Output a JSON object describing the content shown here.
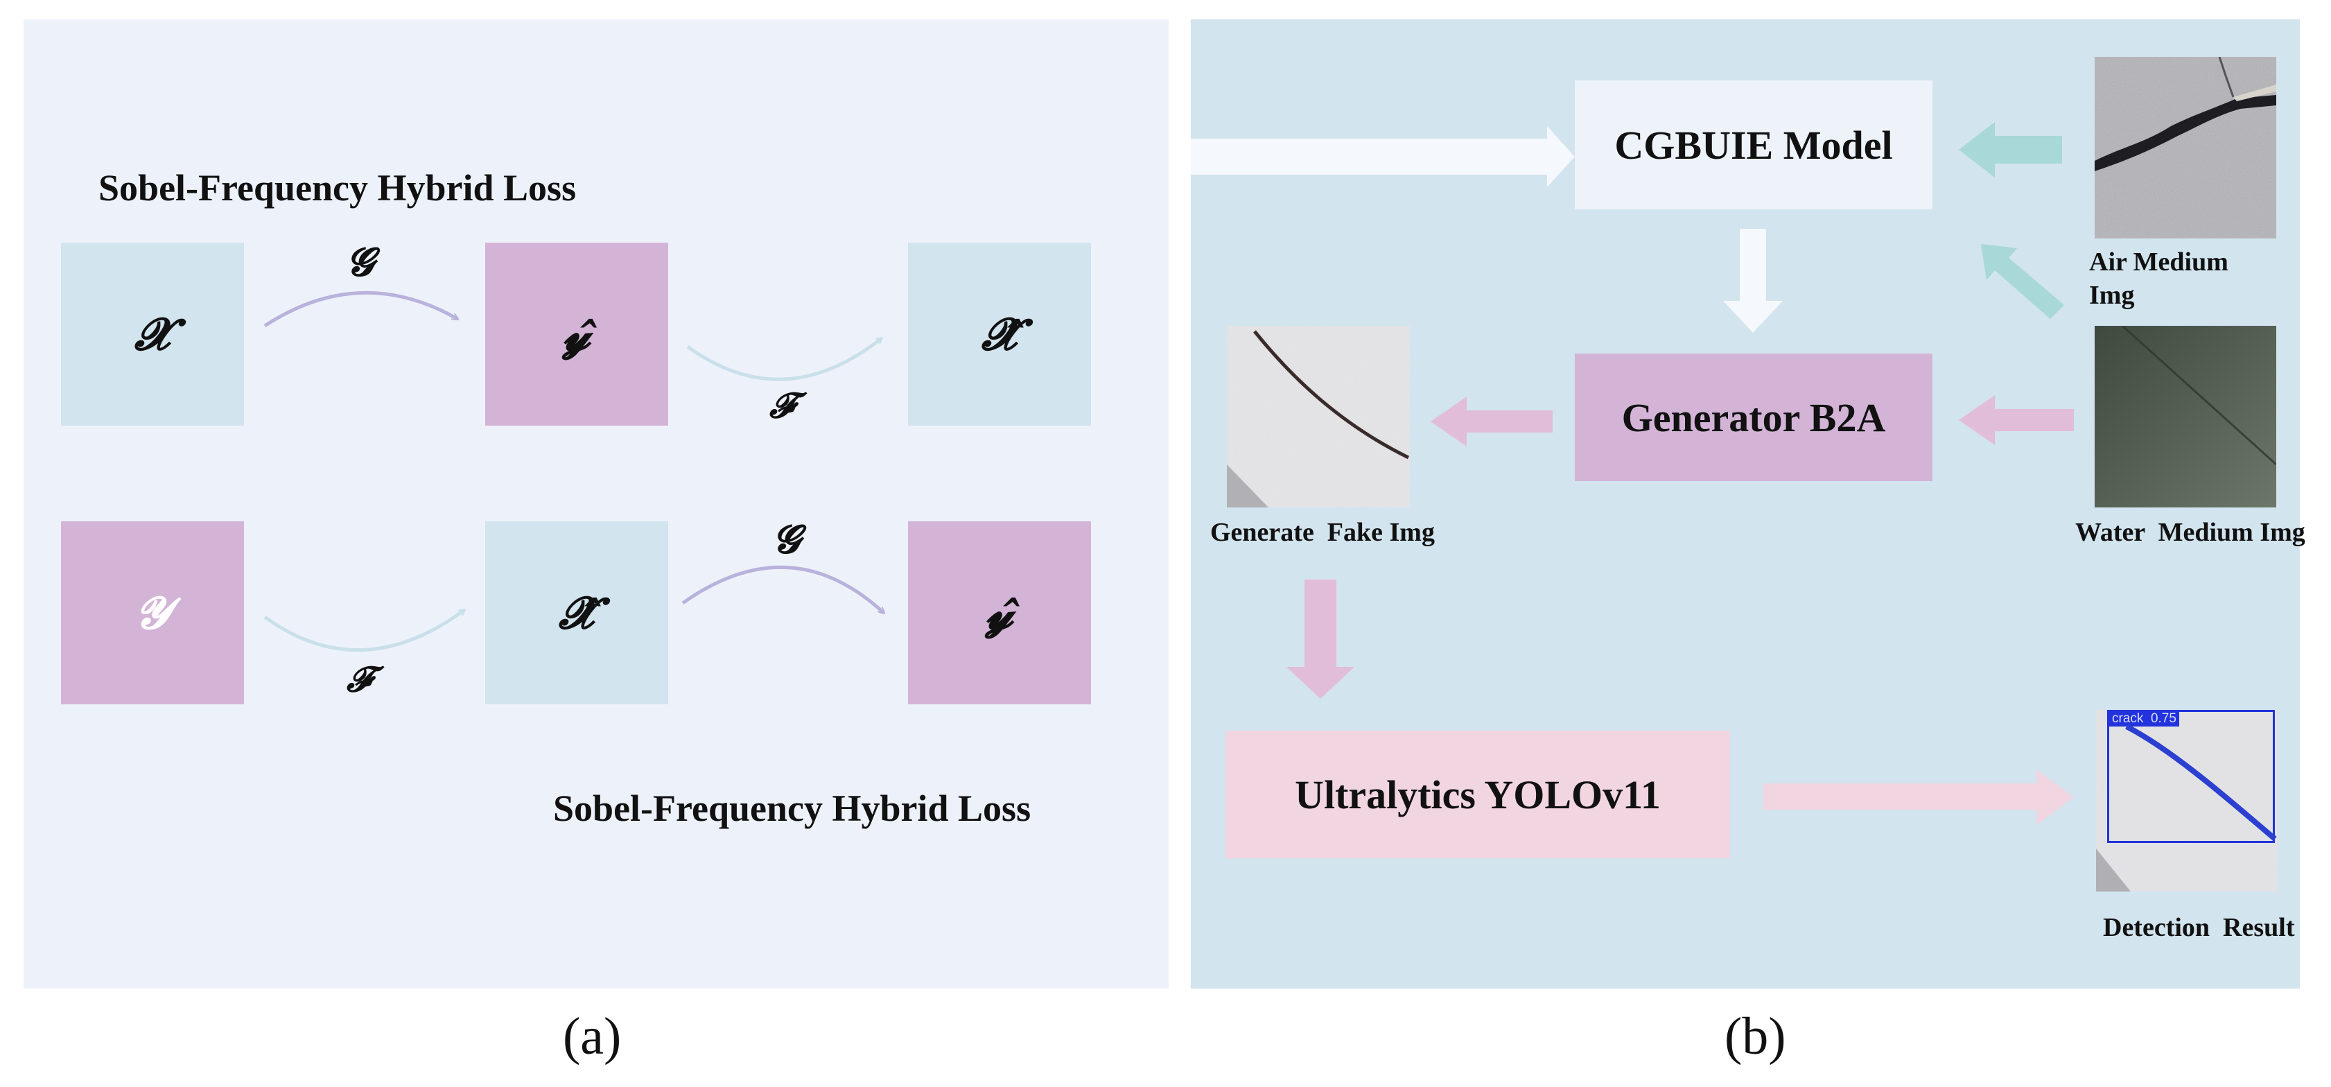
{
  "panel_a": {
    "caption": "(a)",
    "loss_label_top": "Sobel-Frequency Hybrid Loss",
    "loss_label_bottom": "Sobel-Frequency Hybrid Loss",
    "row1": {
      "box1": "𝓧",
      "box2": "𝔂̂",
      "box3": "𝓧̂",
      "arrow1": "𝓖",
      "arrow2": "𝓕"
    },
    "row2": {
      "box1": "𝓨",
      "box2": "𝓧̂",
      "box3": "𝔂̂",
      "arrow1": "𝓕",
      "arrow2": "𝓖"
    }
  },
  "panel_b": {
    "caption": "(b)",
    "cgbuie_model": "CGBUIE Model",
    "generator": "Generator B2A",
    "yolo": "Ultralytics YOLOv11",
    "air_label_line1": "Air Medium",
    "air_label_line2": "Img",
    "water_label": "Water  Medium Img",
    "fake_label": "Generate  Fake Img",
    "detection_label": "Detection  Result",
    "detection_tag": "crack  0.75"
  },
  "colors": {
    "panel_a_bg": "#edf2fa",
    "panel_b_bg": "#d2e4ee",
    "blue_box": "#d2e4ee",
    "purple_box": "#d3b4d7",
    "pink_box": "#f1d5e1",
    "white_box": "#eef3f9",
    "teal_arrow": "#a8d8d8",
    "pink_arrow": "#e2bdd9",
    "white_arrow": "#f5f8fc",
    "detect_blue": "#2233dd"
  }
}
